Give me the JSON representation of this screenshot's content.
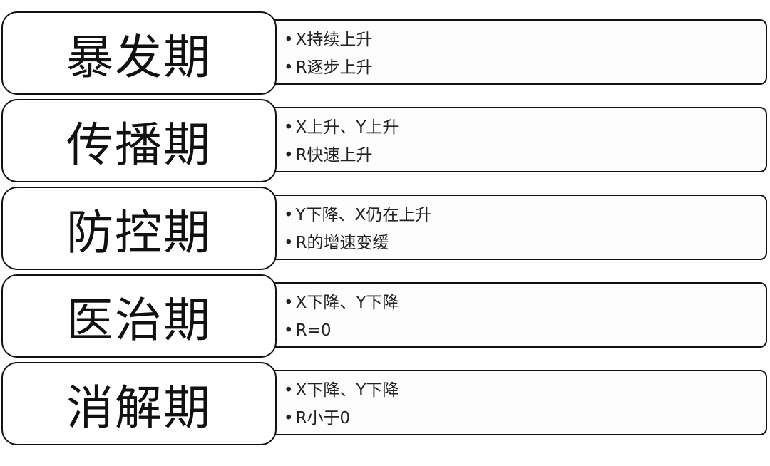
{
  "stages": [
    {
      "name": "暴发期",
      "points": [
        "X持续上升",
        "R逐步上升"
      ]
    },
    {
      "name": "传播期",
      "points": [
        "X上升、Y上升",
        "R快速上升"
      ]
    },
    {
      "name": "防控期",
      "points": [
        "Y下降、X仍在上升",
        "R的增速变缓"
      ]
    },
    {
      "name": "医治期",
      "points": [
        "X下降、Y下降",
        "R=0"
      ]
    },
    {
      "name": "消解期",
      "points": [
        "X下降、Y下降",
        "R小于0"
      ]
    }
  ]
}
